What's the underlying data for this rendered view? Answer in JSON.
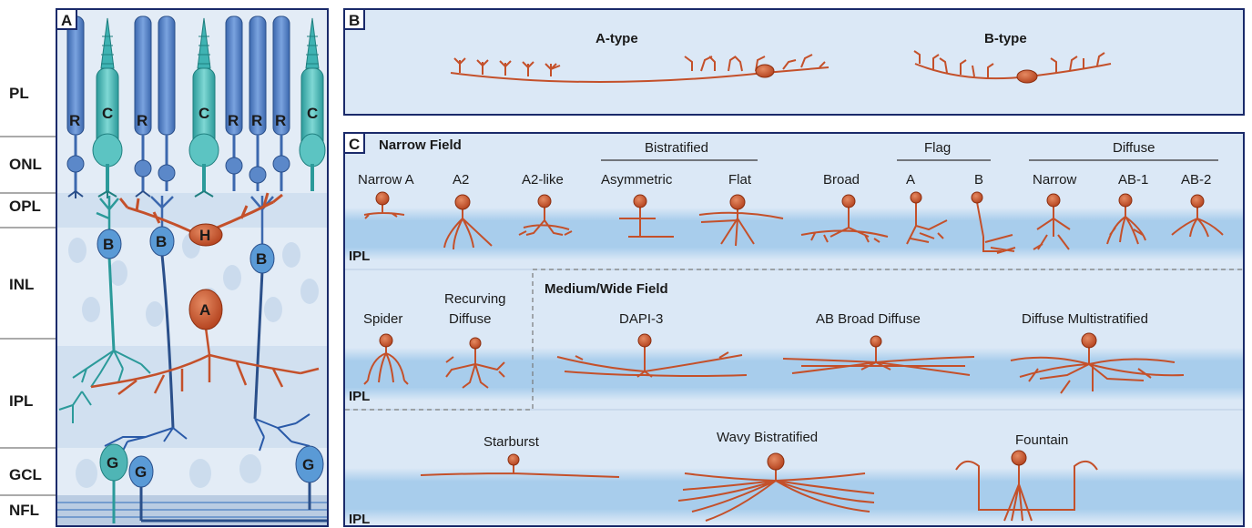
{
  "panels": {
    "a": {
      "letter": "A"
    },
    "b": {
      "letter": "B",
      "type_a": "A-type",
      "type_b": "B-type"
    },
    "c": {
      "letter": "C"
    }
  },
  "layers": [
    "PL",
    "ONL",
    "OPL",
    "INL",
    "IPL",
    "GCL",
    "NFL"
  ],
  "cells": {
    "rod": "R",
    "cone": "C",
    "bipolar": "B",
    "horizontal": "H",
    "amacrine": "A",
    "ganglion": "G"
  },
  "narrow": {
    "header": "Narrow Field",
    "group_bistratified": "Bistratified",
    "group_flag": "Flag",
    "group_diffuse": "Diffuse",
    "labels": [
      "Narrow A",
      "A2",
      "A2-like",
      "Asymmetric",
      "Flat",
      "Broad",
      "A",
      "B",
      "Narrow",
      "AB-1",
      "AB-2"
    ],
    "spider": "Spider",
    "recurving_1": "Recurving",
    "recurving_2": "Diffuse"
  },
  "medium": {
    "header": "Medium/Wide Field",
    "labels": [
      "DAPI-3",
      "AB Broad Diffuse",
      "Diffuse Multistratified"
    ]
  },
  "bottom": {
    "labels": [
      "Starburst",
      "Wavy Bistratified",
      "Fountain"
    ]
  },
  "ipl_tag": "IPL",
  "colors": {
    "rod": "#4a7cc4",
    "cone": "#3fb3b3",
    "amacrine": "#c4502a",
    "panel_bg": "#dbe8f6",
    "ipl_band": "#a9cdeb",
    "border": "#1a2a6a"
  }
}
